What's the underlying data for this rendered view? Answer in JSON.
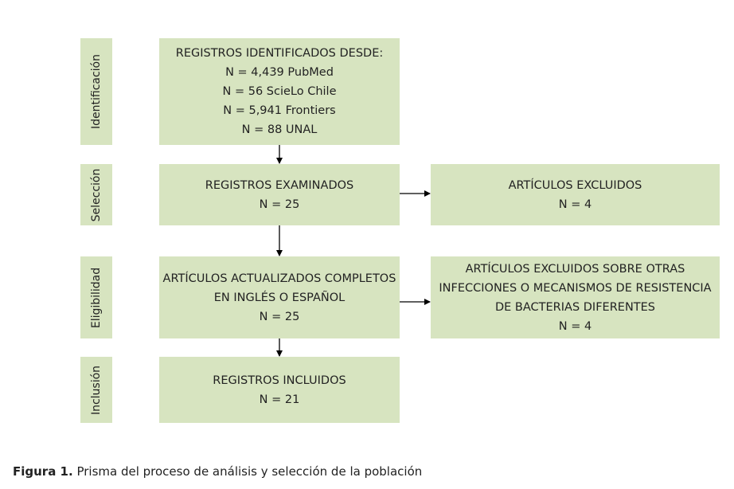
{
  "stages": {
    "identification": "Identificación",
    "selection": "Selección",
    "eligibility": "Eligibilidad",
    "inclusion": "Inclusión"
  },
  "boxes": {
    "identified": {
      "title": "REGISTROS IDENTIFICADOS DESDE:",
      "lines": [
        "N = 4,439 PubMed",
        "N = 56 ScieLo Chile",
        "N = 5,941 Frontiers",
        "N = 88 UNAL"
      ]
    },
    "screened": {
      "title": "REGISTROS EXAMINADOS",
      "count": "N = 25"
    },
    "excluded_screening": {
      "title": "ARTÍCULOS EXCLUIDOS",
      "count": "N = 4"
    },
    "eligible": {
      "lines": [
        "ARTÍCULOS ACTUALIZADOS COMPLETOS",
        "EN INGLÉS O ESPAÑOL"
      ],
      "count": "N = 25"
    },
    "excluded_eligibility": {
      "lines": [
        "ARTÍCULOS EXCLUIDOS SOBRE OTRAS",
        "INFECCIONES O MECANISMOS DE RESISTENCIA",
        "DE BACTERIAS DIFERENTES"
      ],
      "count": "N = 4"
    },
    "included": {
      "title": "REGISTROS INCLUIDOS",
      "count": "N = 21"
    }
  },
  "caption": {
    "label": "Figura 1.",
    "text": " Prisma del proceso de análisis y selección de la población"
  },
  "colors": {
    "box_fill": "#d7e4c0",
    "arrow": "#000000",
    "text": "#222222"
  }
}
